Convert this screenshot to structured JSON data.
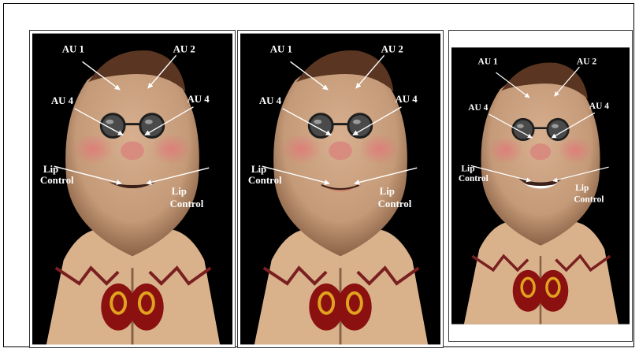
{
  "labels": {
    "au1": "AU 1",
    "au2": "AU 2",
    "au4": "AU 4",
    "lip": "Lip",
    "control": "Control"
  },
  "panels": [
    {
      "id": "panel-1",
      "mouth": "closed"
    },
    {
      "id": "panel-2",
      "mouth": "tight"
    },
    {
      "id": "panel-3",
      "mouth": "open"
    }
  ],
  "colors": {
    "background": "#000000",
    "skin": "#c49a78",
    "skin_shadow": "#8a6246",
    "cheek": "#e07a78",
    "hair": "#5a3622",
    "collar": "#d9b28c",
    "tattoo": "#7a1f1f",
    "emblem": "#8b1010",
    "emblem_gold": "#e0a21f",
    "arrow": "#ffffff"
  }
}
